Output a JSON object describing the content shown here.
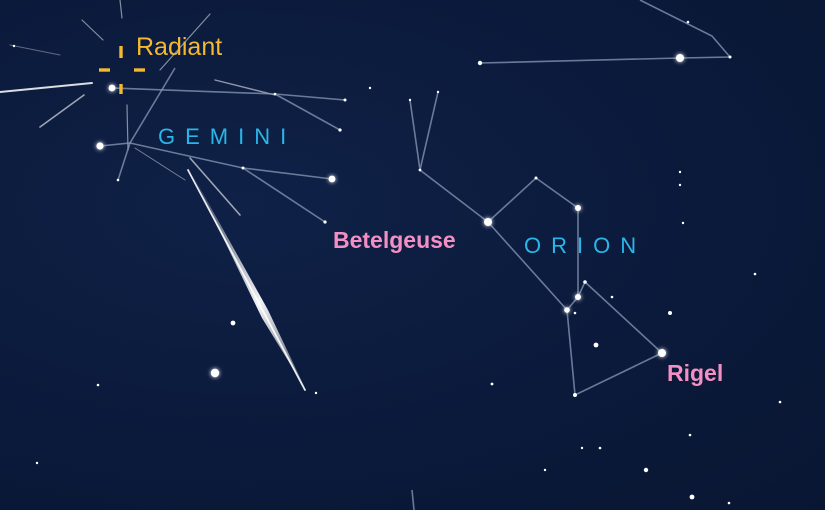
{
  "labels": {
    "radiant": "Radiant",
    "gemini": "GEMINI",
    "orion": "ORION",
    "betelgeuse": "Betelgeuse",
    "rigel": "Rigel"
  },
  "colors": {
    "background": "#0b1a3b",
    "constellation_text": "#29b6e8",
    "star_name_text": "#f48fc4",
    "radiant": "#f5b82e",
    "constellation_lines": "#8a9bb8",
    "star": "#ffffff"
  },
  "icons": {
    "radiant_marker": "radiant-crosshair-icon"
  }
}
